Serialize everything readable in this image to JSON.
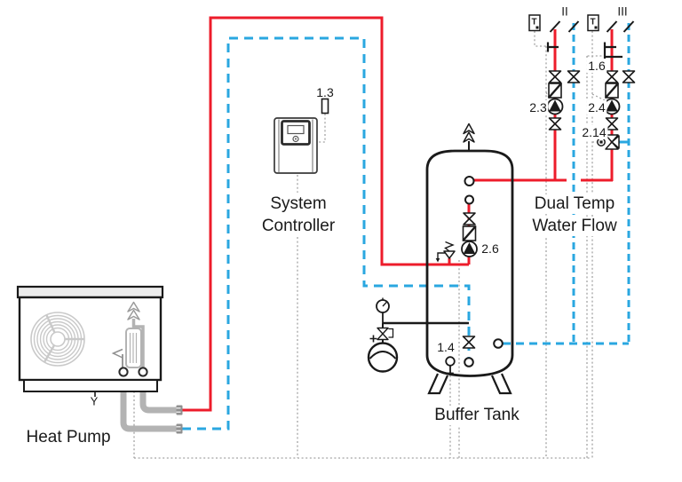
{
  "labels": {
    "heat_pump": "Heat Pump",
    "drain": "Y",
    "controller_line1": "System",
    "controller_line2": "Controller",
    "buffer_tank": "Buffer Tank",
    "dual_temp_line1": "Dual Temp",
    "dual_temp_line2": "Water Flow",
    "zone2": "II",
    "zone3": "III",
    "sensor_outdoor": "1.3",
    "sensor_tank": "1.4",
    "sensor_flow": "1.6",
    "pump_zone2": "2.3",
    "pump_zone3": "2.4",
    "valve_mixing": "2.14",
    "pump_charge": "2.6",
    "temp_sensor_glyph": "T"
  },
  "colors": {
    "supply_line_red": "#ed1c2b",
    "return_line_blue": "#2aa7e0",
    "pipe_gray": "#b3b3b3",
    "control_wiring_gray": "#a3a3a3",
    "line_black": "#1a1a1a"
  }
}
